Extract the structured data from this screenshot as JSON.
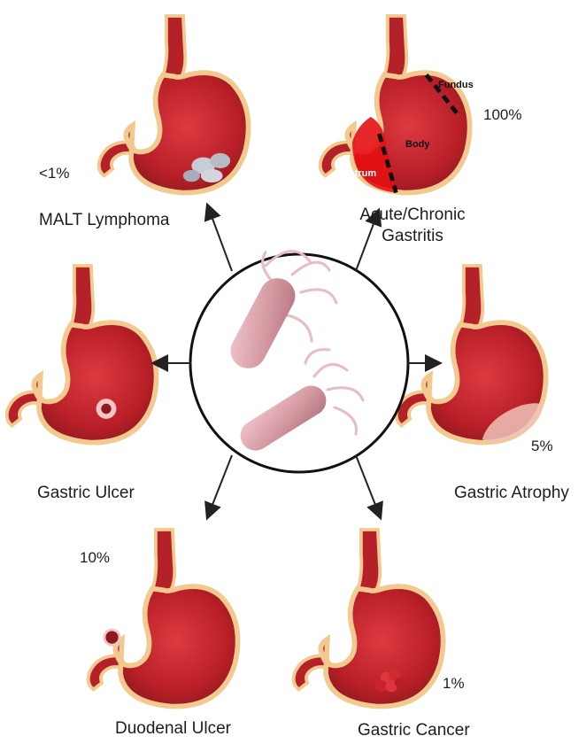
{
  "outcomes": [
    {
      "key": "malt",
      "label": "MALT Lymphoma",
      "percent": "<1%"
    },
    {
      "key": "gastritis",
      "label_line1": "Acute/Chronic",
      "label_line2": "Gastritis",
      "percent": "100%",
      "regions": {
        "fundus": "Fundus",
        "body": "Body",
        "antrum": "Antrum"
      }
    },
    {
      "key": "ulcer",
      "label": "Gastric Ulcer"
    },
    {
      "key": "atrophy",
      "label": "Gastric Atrophy",
      "percent": "5%"
    },
    {
      "key": "duodenal",
      "label": "Duodenal Ulcer",
      "percent": "10%"
    },
    {
      "key": "cancer",
      "label": "Gastric Cancer",
      "percent": "1%"
    }
  ],
  "colors": {
    "stomach_fill": "#c2242c",
    "stomach_rim": "#f2c98f",
    "stomach_shadow": "#8e1a20",
    "gastritis_highlight": "#e60f14",
    "bacterium": "#d8a3a9",
    "arrow": "#222222"
  }
}
